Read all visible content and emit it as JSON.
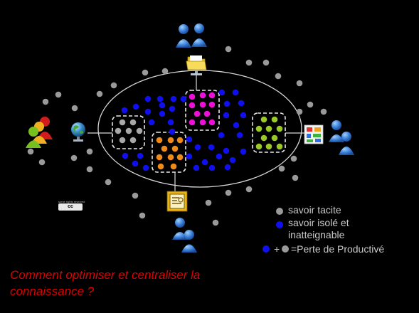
{
  "colors": {
    "background": "#000000",
    "tacit": "#9a9a9a",
    "isolated": "#1010ee",
    "group_gray": "#a8a8a8",
    "group_magenta": "#ee10d8",
    "group_orange": "#f08a18",
    "group_green": "#9ac828",
    "question": "#e00000",
    "legend_text": "#c8c8c8"
  },
  "icons": [
    "users-group-icon",
    "folder-icon",
    "globe-icon",
    "document-icon",
    "apps-icon",
    "creative-commons-icon"
  ],
  "legend": {
    "tacit_label": "savoir tacite",
    "isolated_label": "savoir isolé et inatteignable",
    "plus": "+",
    "loss_label": "=Perte de Productivé"
  },
  "question": "Comment optimiser et centraliser la connaissance ?",
  "license": {
    "small_text": "some rights reserved",
    "badge": "cc"
  }
}
